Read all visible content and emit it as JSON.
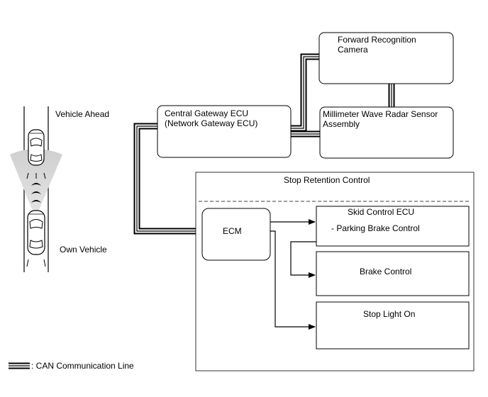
{
  "vehicles": {
    "ahead_label": "Vehicle Ahead",
    "own_label": "Own Vehicle"
  },
  "boxes": {
    "camera": {
      "line1": "Forward Recognition",
      "line2": "Camera"
    },
    "gateway": {
      "line1": "Central Gateway ECU",
      "line2": "(Network Gateway ECU)"
    },
    "radar": {
      "line1": "Millimeter Wave Radar Sensor",
      "line2": "Assembly"
    },
    "ecm": {
      "label": "ECM"
    },
    "skid": {
      "line1": "Skid Control ECU",
      "line2": "- Parking Brake Control"
    },
    "brake": {
      "label": "Brake Control"
    },
    "stoplight": {
      "label": "Stop Light On"
    }
  },
  "stop_retention": {
    "title": "Stop Retention Control"
  },
  "legend": {
    "label": ": CAN Communication Line"
  }
}
